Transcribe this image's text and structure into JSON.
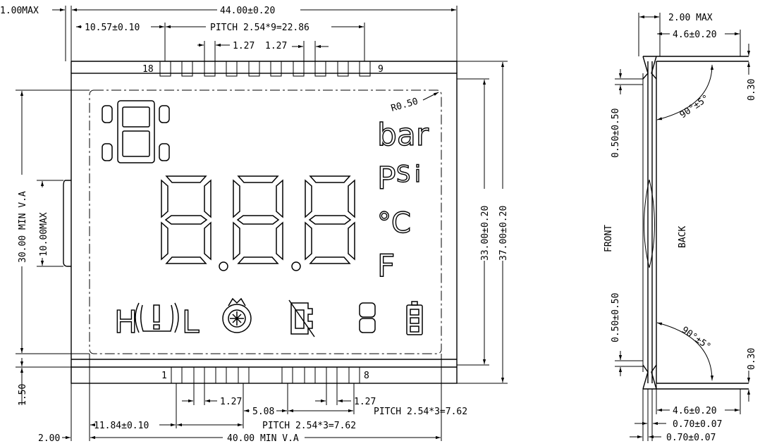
{
  "front_view": {
    "dims": {
      "overall_width": "44.00±0.20",
      "left_offset_max": "1.00MAX",
      "first_pin_offset": "10.57±0.10",
      "pitch_top": "PITCH 2.54*9=22.86",
      "pin_gap_top_a": "1.27",
      "pin_gap_top_b": "1.27",
      "pin_18": "18",
      "pin_9": "9",
      "pin_1": "1",
      "pin_8": "8",
      "corner_radius": "R0.50",
      "va_min_height": "30.00 MIN V.A",
      "tab_height": "10.00MAX",
      "glass_height": "33.00±0.20",
      "outer_height": "37.00±0.20",
      "bottom_offset": "1.50",
      "pin_gap_bottom_a": "1.27",
      "pin_gap_bottom_b": "1.27",
      "pin_group_gap": "5.08",
      "pitch_bottom_right": "PITCH 2.54*3=7.62",
      "bottom_first_pin": "11.84±0.10",
      "pitch_bottom_left": "PITCH 2.54*3=7.62",
      "left_margin": "2.00",
      "va_min_width": "40.00 MIN V.A"
    },
    "segments": {
      "unit_bar": "bar",
      "unit_psi_p": "P",
      "unit_psi_s": "S",
      "unit_psi_i": "i",
      "unit_celsius": "°C",
      "unit_fahrenheit": "F",
      "h_label": "H",
      "l_label": "L"
    }
  },
  "side_view": {
    "dims": {
      "max_thickness": "2.00 MAX",
      "lead_length_top": "4.6±0.20",
      "lead_length_bottom": "4.6±0.20",
      "lead_thickness_top": "0.30",
      "lead_thickness_bottom": "0.30",
      "lead_offset_top": "0.50±0.50",
      "lead_offset_bottom": "0.50±0.50",
      "bend_angle_top": "90°±5°",
      "bend_angle_bottom": "90°±5°",
      "glass_front": "0.70±0.07",
      "glass_back": "0.70±0.07",
      "front_label": "FRONT",
      "back_label": "BACK"
    }
  }
}
